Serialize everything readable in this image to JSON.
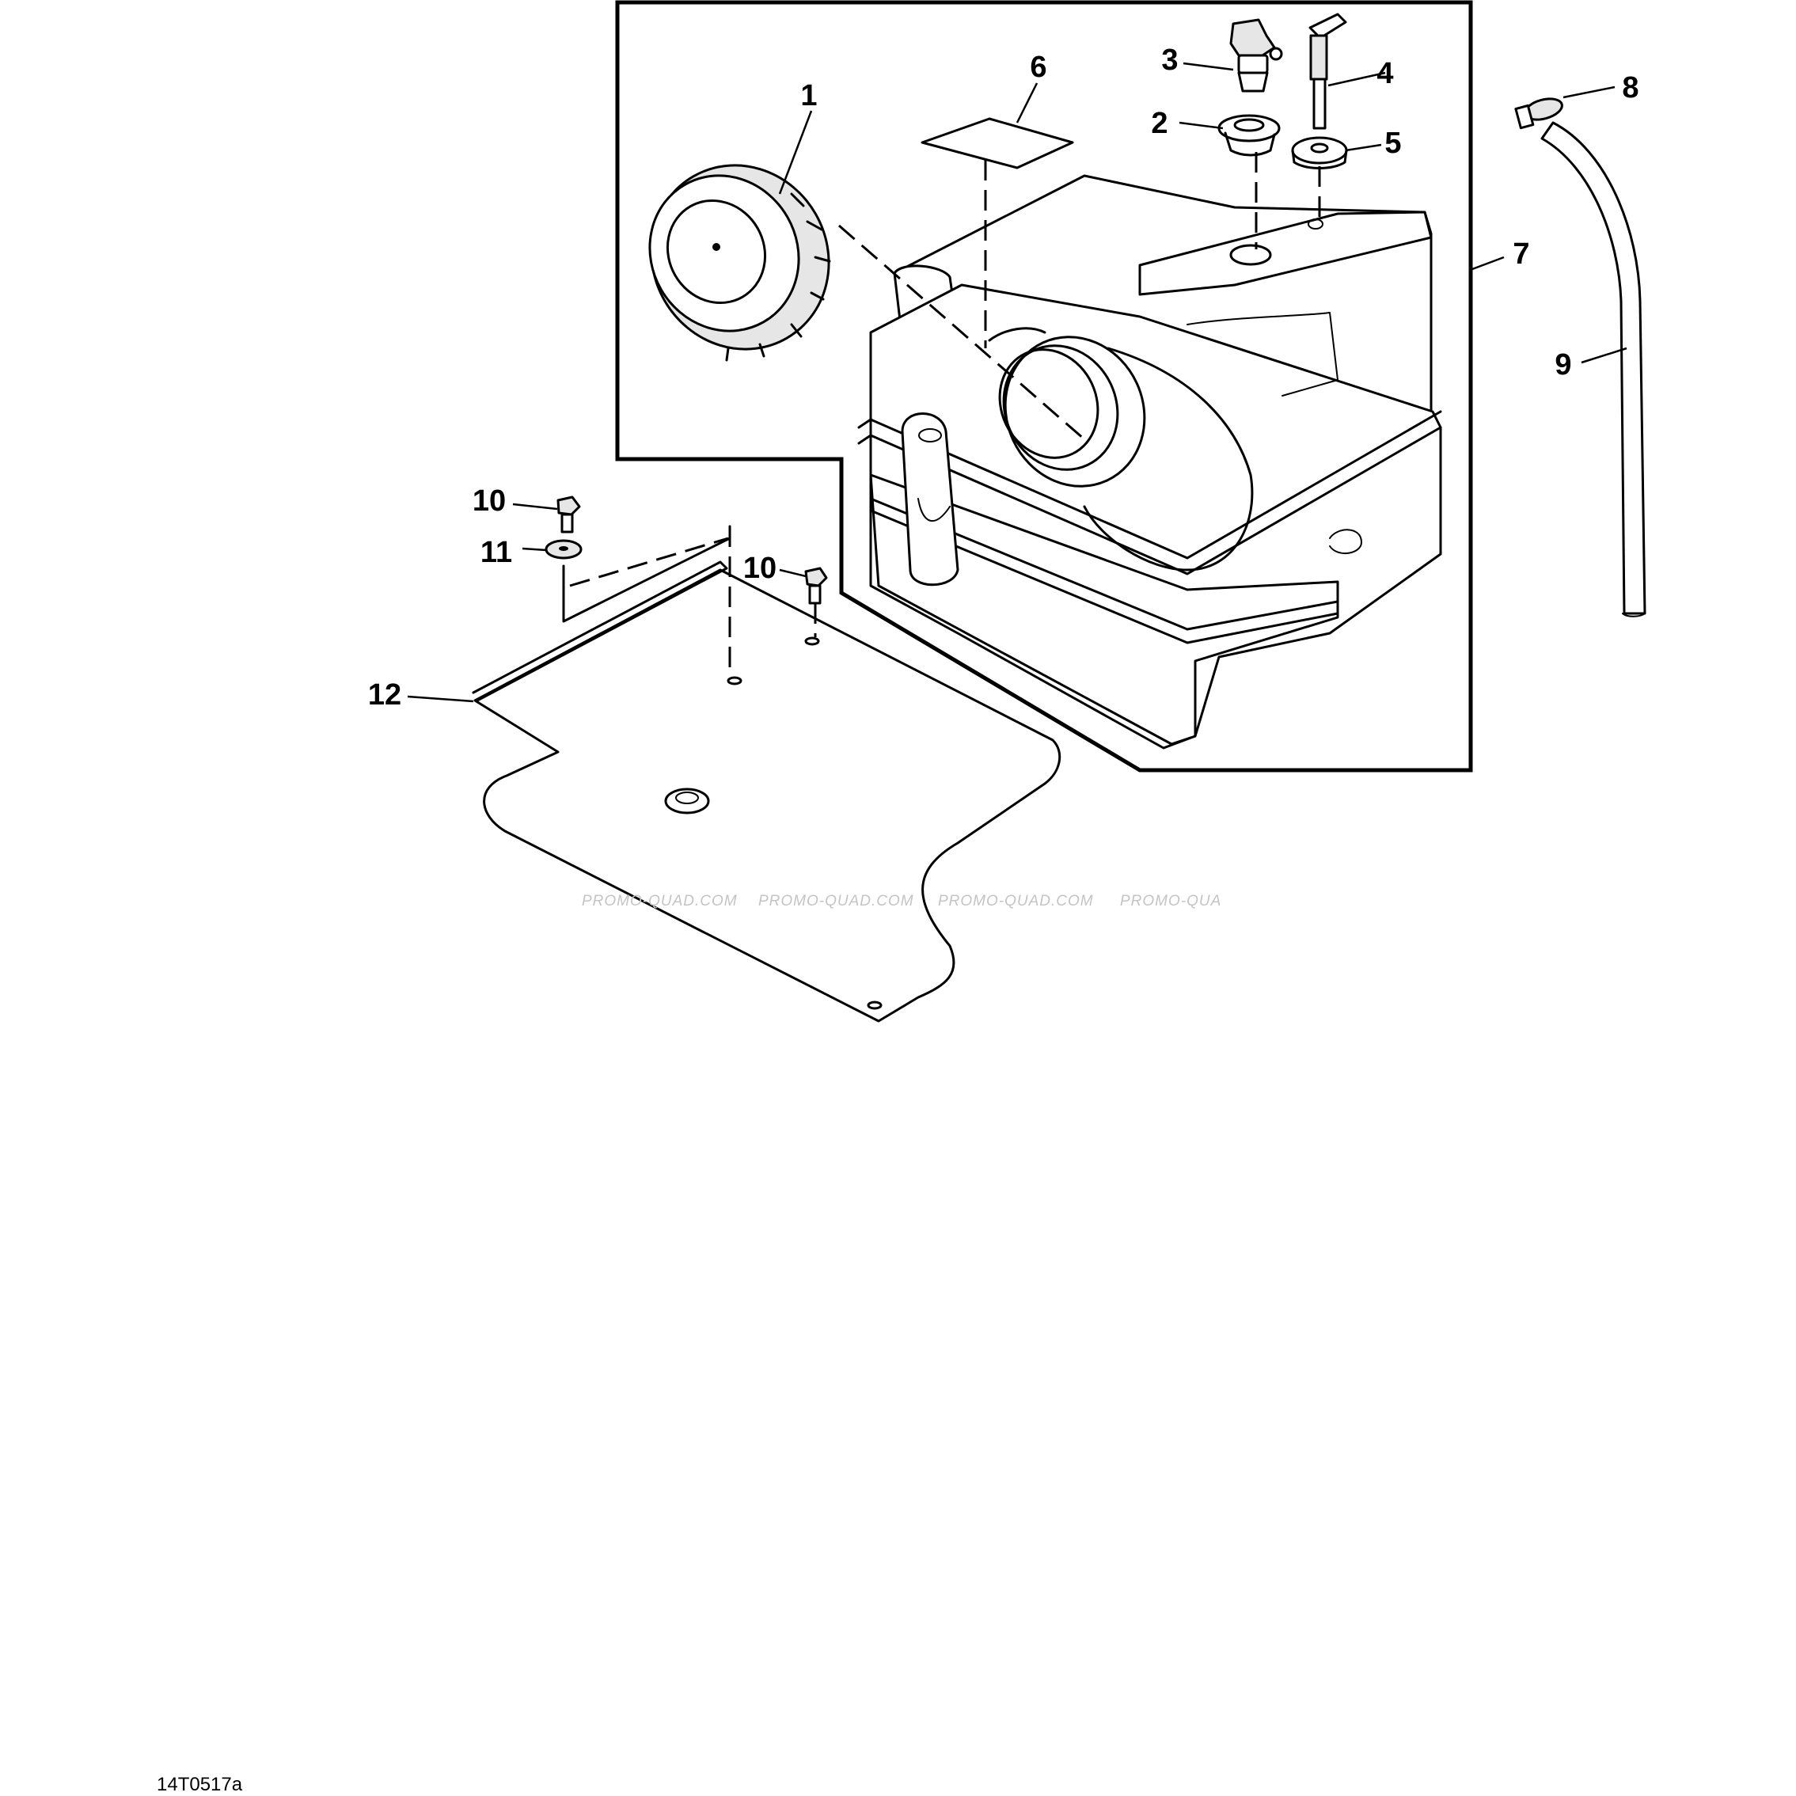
{
  "figure_id": "14T0517a",
  "watermark": [
    "PROMO-QUAD.COM",
    "PROMO-QUAD.COM",
    "PROMO-QUAD.COM",
    "PROMO-QUA"
  ],
  "callouts": {
    "c1": "1",
    "c2": "2",
    "c3": "3",
    "c4": "4",
    "c5": "5",
    "c6": "6",
    "c7": "7",
    "c8": "8",
    "c9": "9",
    "c10a": "10",
    "c10b": "10",
    "c11": "11",
    "c12": "12"
  }
}
